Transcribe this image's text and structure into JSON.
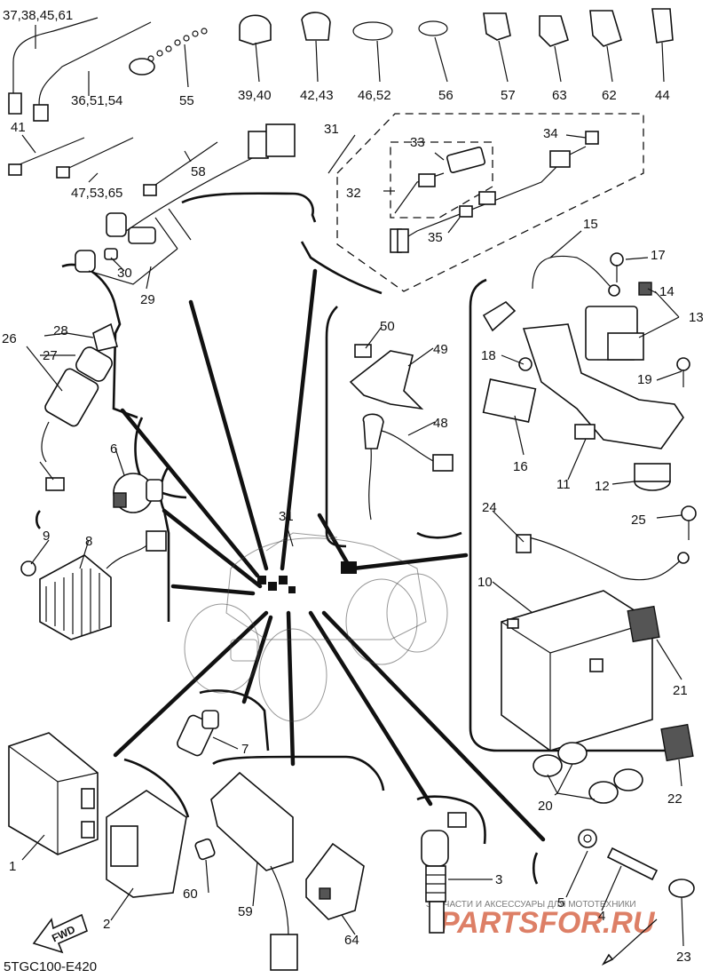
{
  "diagram_code": "5TGC100-E420",
  "fwd_label": "FWD",
  "watermark": {
    "subtitle": "ЗАПЧАСТИ И АКСЕССУАРЫ ДЛЯ МОТОТЕХНИКИ",
    "brand": "PARTSFOR.RU"
  },
  "labels": {
    "l1": "1",
    "l2": "2",
    "l3": "3",
    "l4": "4",
    "l5": "5",
    "l6": "6",
    "l7": "7",
    "l8": "8",
    "l9": "9",
    "l10": "10",
    "l11": "11",
    "l12": "12",
    "l13": "13",
    "l14": "14",
    "l15": "15",
    "l16": "16",
    "l17": "17",
    "l18": "18",
    "l19": "19",
    "l20": "20",
    "l21": "21",
    "l22": "22",
    "l23": "23",
    "l24": "24",
    "l25": "25",
    "l26": "26",
    "l27": "27",
    "l28": "28",
    "l29": "29",
    "l30": "30",
    "l31a": "31",
    "l31b": "31",
    "l32": "32",
    "l33": "33",
    "l34": "34",
    "l35": "35",
    "l36": "36,51,54",
    "l37": "37,38,45,61",
    "l39": "39,40",
    "l41": "41",
    "l42": "42,43",
    "l44": "44",
    "l46": "46,52",
    "l47": "47,53,65",
    "l48": "48",
    "l49": "49",
    "l50": "50",
    "l55": "55",
    "l56": "56",
    "l57": "57",
    "l58": "58",
    "l59": "59",
    "l60": "60",
    "l62": "62",
    "l63": "63",
    "l64": "64"
  }
}
